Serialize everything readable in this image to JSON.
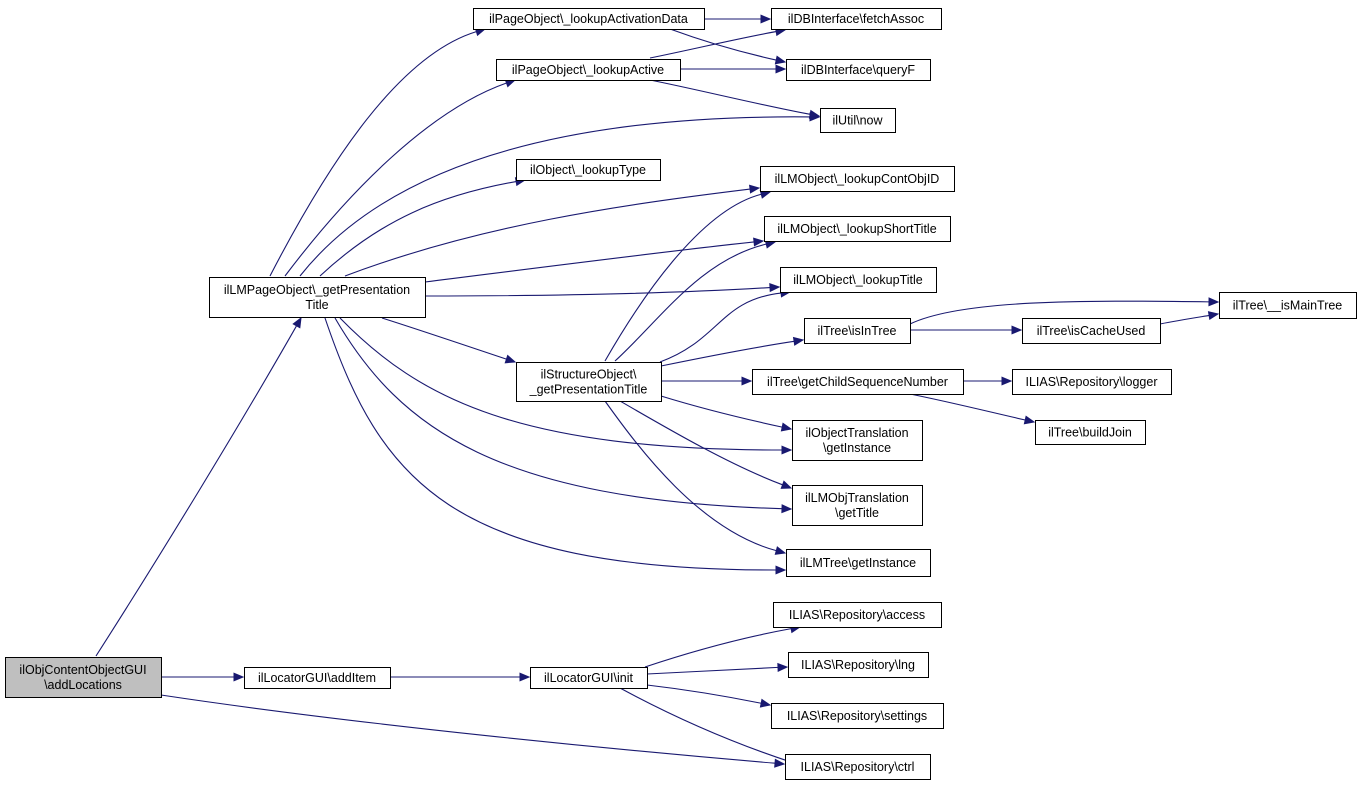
{
  "diagram": {
    "type": "call-graph",
    "colors": {
      "edge": "#191970",
      "root_fill": "#bfbfbf",
      "node_fill": "#ffffff",
      "node_border": "#000000"
    },
    "nodes": [
      {
        "id": "root",
        "lines": [
          "ilObjContentObjectGUI",
          "\\addLocations"
        ],
        "highlight": true
      },
      {
        "id": "presTitle",
        "lines": [
          "ilLMPageObject\\_getPresentation",
          "Title"
        ]
      },
      {
        "id": "locAdd",
        "lines": [
          "ilLocatorGUI\\addItem"
        ]
      },
      {
        "id": "locInit",
        "lines": [
          "ilLocatorGUI\\init"
        ]
      },
      {
        "id": "lookupActData",
        "lines": [
          "ilPageObject\\_lookupActivationData"
        ]
      },
      {
        "id": "lookupActive",
        "lines": [
          "ilPageObject\\_lookupActive"
        ]
      },
      {
        "id": "lookupType",
        "lines": [
          "ilObject\\_lookupType"
        ]
      },
      {
        "id": "structTitle",
        "lines": [
          "ilStructureObject\\",
          "_getPresentationTitle"
        ]
      },
      {
        "id": "fetchAssoc",
        "lines": [
          "ilDBInterface\\fetchAssoc"
        ]
      },
      {
        "id": "queryF",
        "lines": [
          "ilDBInterface\\queryF"
        ]
      },
      {
        "id": "now",
        "lines": [
          "ilUtil\\now"
        ]
      },
      {
        "id": "contObjID",
        "lines": [
          "ilLMObject\\_lookupContObjID"
        ]
      },
      {
        "id": "shortTitle",
        "lines": [
          "ilLMObject\\_lookupShortTitle"
        ]
      },
      {
        "id": "lookupTitle",
        "lines": [
          "ilLMObject\\_lookupTitle"
        ]
      },
      {
        "id": "isInTree",
        "lines": [
          "ilTree\\isInTree"
        ]
      },
      {
        "id": "childSeq",
        "lines": [
          "ilTree\\getChildSequenceNumber"
        ]
      },
      {
        "id": "objTrans",
        "lines": [
          "ilObjectTranslation",
          "\\getInstance"
        ]
      },
      {
        "id": "lmObjTrans",
        "lines": [
          "ilLMObjTranslation",
          "\\getTitle"
        ]
      },
      {
        "id": "lmTree",
        "lines": [
          "ilLMTree\\getInstance"
        ]
      },
      {
        "id": "isCacheUsed",
        "lines": [
          "ilTree\\isCacheUsed"
        ]
      },
      {
        "id": "isMainTree",
        "lines": [
          "ilTree\\__isMainTree"
        ]
      },
      {
        "id": "logger",
        "lines": [
          "ILIAS\\Repository\\logger"
        ]
      },
      {
        "id": "buildJoin",
        "lines": [
          "ilTree\\buildJoin"
        ]
      },
      {
        "id": "access",
        "lines": [
          "ILIAS\\Repository\\access"
        ]
      },
      {
        "id": "lng",
        "lines": [
          "ILIAS\\Repository\\lng"
        ]
      },
      {
        "id": "settings",
        "lines": [
          "ILIAS\\Repository\\settings"
        ]
      },
      {
        "id": "ctrl",
        "lines": [
          "ILIAS\\Repository\\ctrl"
        ]
      }
    ],
    "edges": [
      {
        "from": "root",
        "to": "presTitle"
      },
      {
        "from": "root",
        "to": "locAdd"
      },
      {
        "from": "root",
        "to": "ctrl"
      },
      {
        "from": "presTitle",
        "to": "lookupActData"
      },
      {
        "from": "presTitle",
        "to": "lookupActive"
      },
      {
        "from": "presTitle",
        "to": "now"
      },
      {
        "from": "presTitle",
        "to": "lookupType"
      },
      {
        "from": "presTitle",
        "to": "contObjID"
      },
      {
        "from": "presTitle",
        "to": "shortTitle"
      },
      {
        "from": "presTitle",
        "to": "lookupTitle"
      },
      {
        "from": "presTitle",
        "to": "structTitle"
      },
      {
        "from": "presTitle",
        "to": "objTrans"
      },
      {
        "from": "presTitle",
        "to": "lmObjTrans"
      },
      {
        "from": "presTitle",
        "to": "lmTree"
      },
      {
        "from": "lookupActData",
        "to": "fetchAssoc"
      },
      {
        "from": "lookupActData",
        "to": "queryF"
      },
      {
        "from": "lookupActive",
        "to": "fetchAssoc"
      },
      {
        "from": "lookupActive",
        "to": "queryF"
      },
      {
        "from": "lookupActive",
        "to": "now"
      },
      {
        "from": "structTitle",
        "to": "contObjID"
      },
      {
        "from": "structTitle",
        "to": "shortTitle"
      },
      {
        "from": "structTitle",
        "to": "lookupTitle"
      },
      {
        "from": "structTitle",
        "to": "isInTree"
      },
      {
        "from": "structTitle",
        "to": "childSeq"
      },
      {
        "from": "structTitle",
        "to": "objTrans"
      },
      {
        "from": "structTitle",
        "to": "lmObjTrans"
      },
      {
        "from": "structTitle",
        "to": "lmTree"
      },
      {
        "from": "isInTree",
        "to": "isMainTree"
      },
      {
        "from": "isInTree",
        "to": "isCacheUsed"
      },
      {
        "from": "isCacheUsed",
        "to": "isMainTree"
      },
      {
        "from": "childSeq",
        "to": "logger"
      },
      {
        "from": "childSeq",
        "to": "buildJoin"
      },
      {
        "from": "locAdd",
        "to": "locInit"
      },
      {
        "from": "locInit",
        "to": "access"
      },
      {
        "from": "locInit",
        "to": "lng"
      },
      {
        "from": "locInit",
        "to": "settings"
      },
      {
        "from": "locInit",
        "to": "ctrl"
      }
    ]
  }
}
